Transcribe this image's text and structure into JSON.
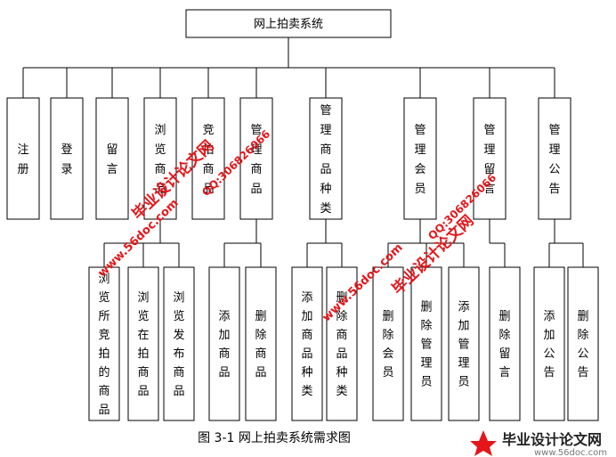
{
  "root": {
    "id": "root",
    "label": "网上拍卖系统"
  },
  "level1": [
    {
      "id": "n1",
      "label": "注册"
    },
    {
      "id": "n2",
      "label": "登录"
    },
    {
      "id": "n3",
      "label": "留言"
    },
    {
      "id": "n4",
      "label": "浏览商品"
    },
    {
      "id": "n5",
      "label": "竞拍商品"
    },
    {
      "id": "n6",
      "label": "管理商品"
    },
    {
      "id": "n7",
      "label": "管理商品种类"
    },
    {
      "id": "n8",
      "label": "管理会员"
    },
    {
      "id": "n9",
      "label": "管理留言"
    },
    {
      "id": "n10",
      "label": "管理公告"
    }
  ],
  "level2": [
    {
      "id": "m1",
      "parent": "n4",
      "label": "浏览所竞拍的商品"
    },
    {
      "id": "m2",
      "parent": "n4",
      "label": "浏览在拍商品"
    },
    {
      "id": "m3",
      "parent": "n4",
      "label": "浏览发布商品"
    },
    {
      "id": "m4",
      "parent": "n6",
      "label": "添加商品"
    },
    {
      "id": "m5",
      "parent": "n6",
      "label": "删除商品"
    },
    {
      "id": "m6",
      "parent": "n7",
      "label": "添加商品种类"
    },
    {
      "id": "m7",
      "parent": "n7",
      "label": "删除商品种类"
    },
    {
      "id": "m8",
      "parent": "n8",
      "label": "删除会员"
    },
    {
      "id": "m9",
      "parent": "n8",
      "label": "删除管理员"
    },
    {
      "id": "m10",
      "parent": "n8",
      "label": "添加管理员"
    },
    {
      "id": "m11",
      "parent": "n9",
      "label": "删除留言"
    },
    {
      "id": "m12",
      "parent": "n10",
      "label": "添加公告"
    },
    {
      "id": "m13",
      "parent": "n10",
      "label": "删除公告"
    }
  ],
  "caption": "图 3-1 网上拍卖系统需求图",
  "watermark": {
    "text_site": "毕业设计论文网",
    "text_url": "www.56doc.com",
    "text_qq": "QQ:306826066",
    "logo_text": "毕业设计论文网",
    "logo_url": "www.56doc.com",
    "color": "#e4161b"
  }
}
